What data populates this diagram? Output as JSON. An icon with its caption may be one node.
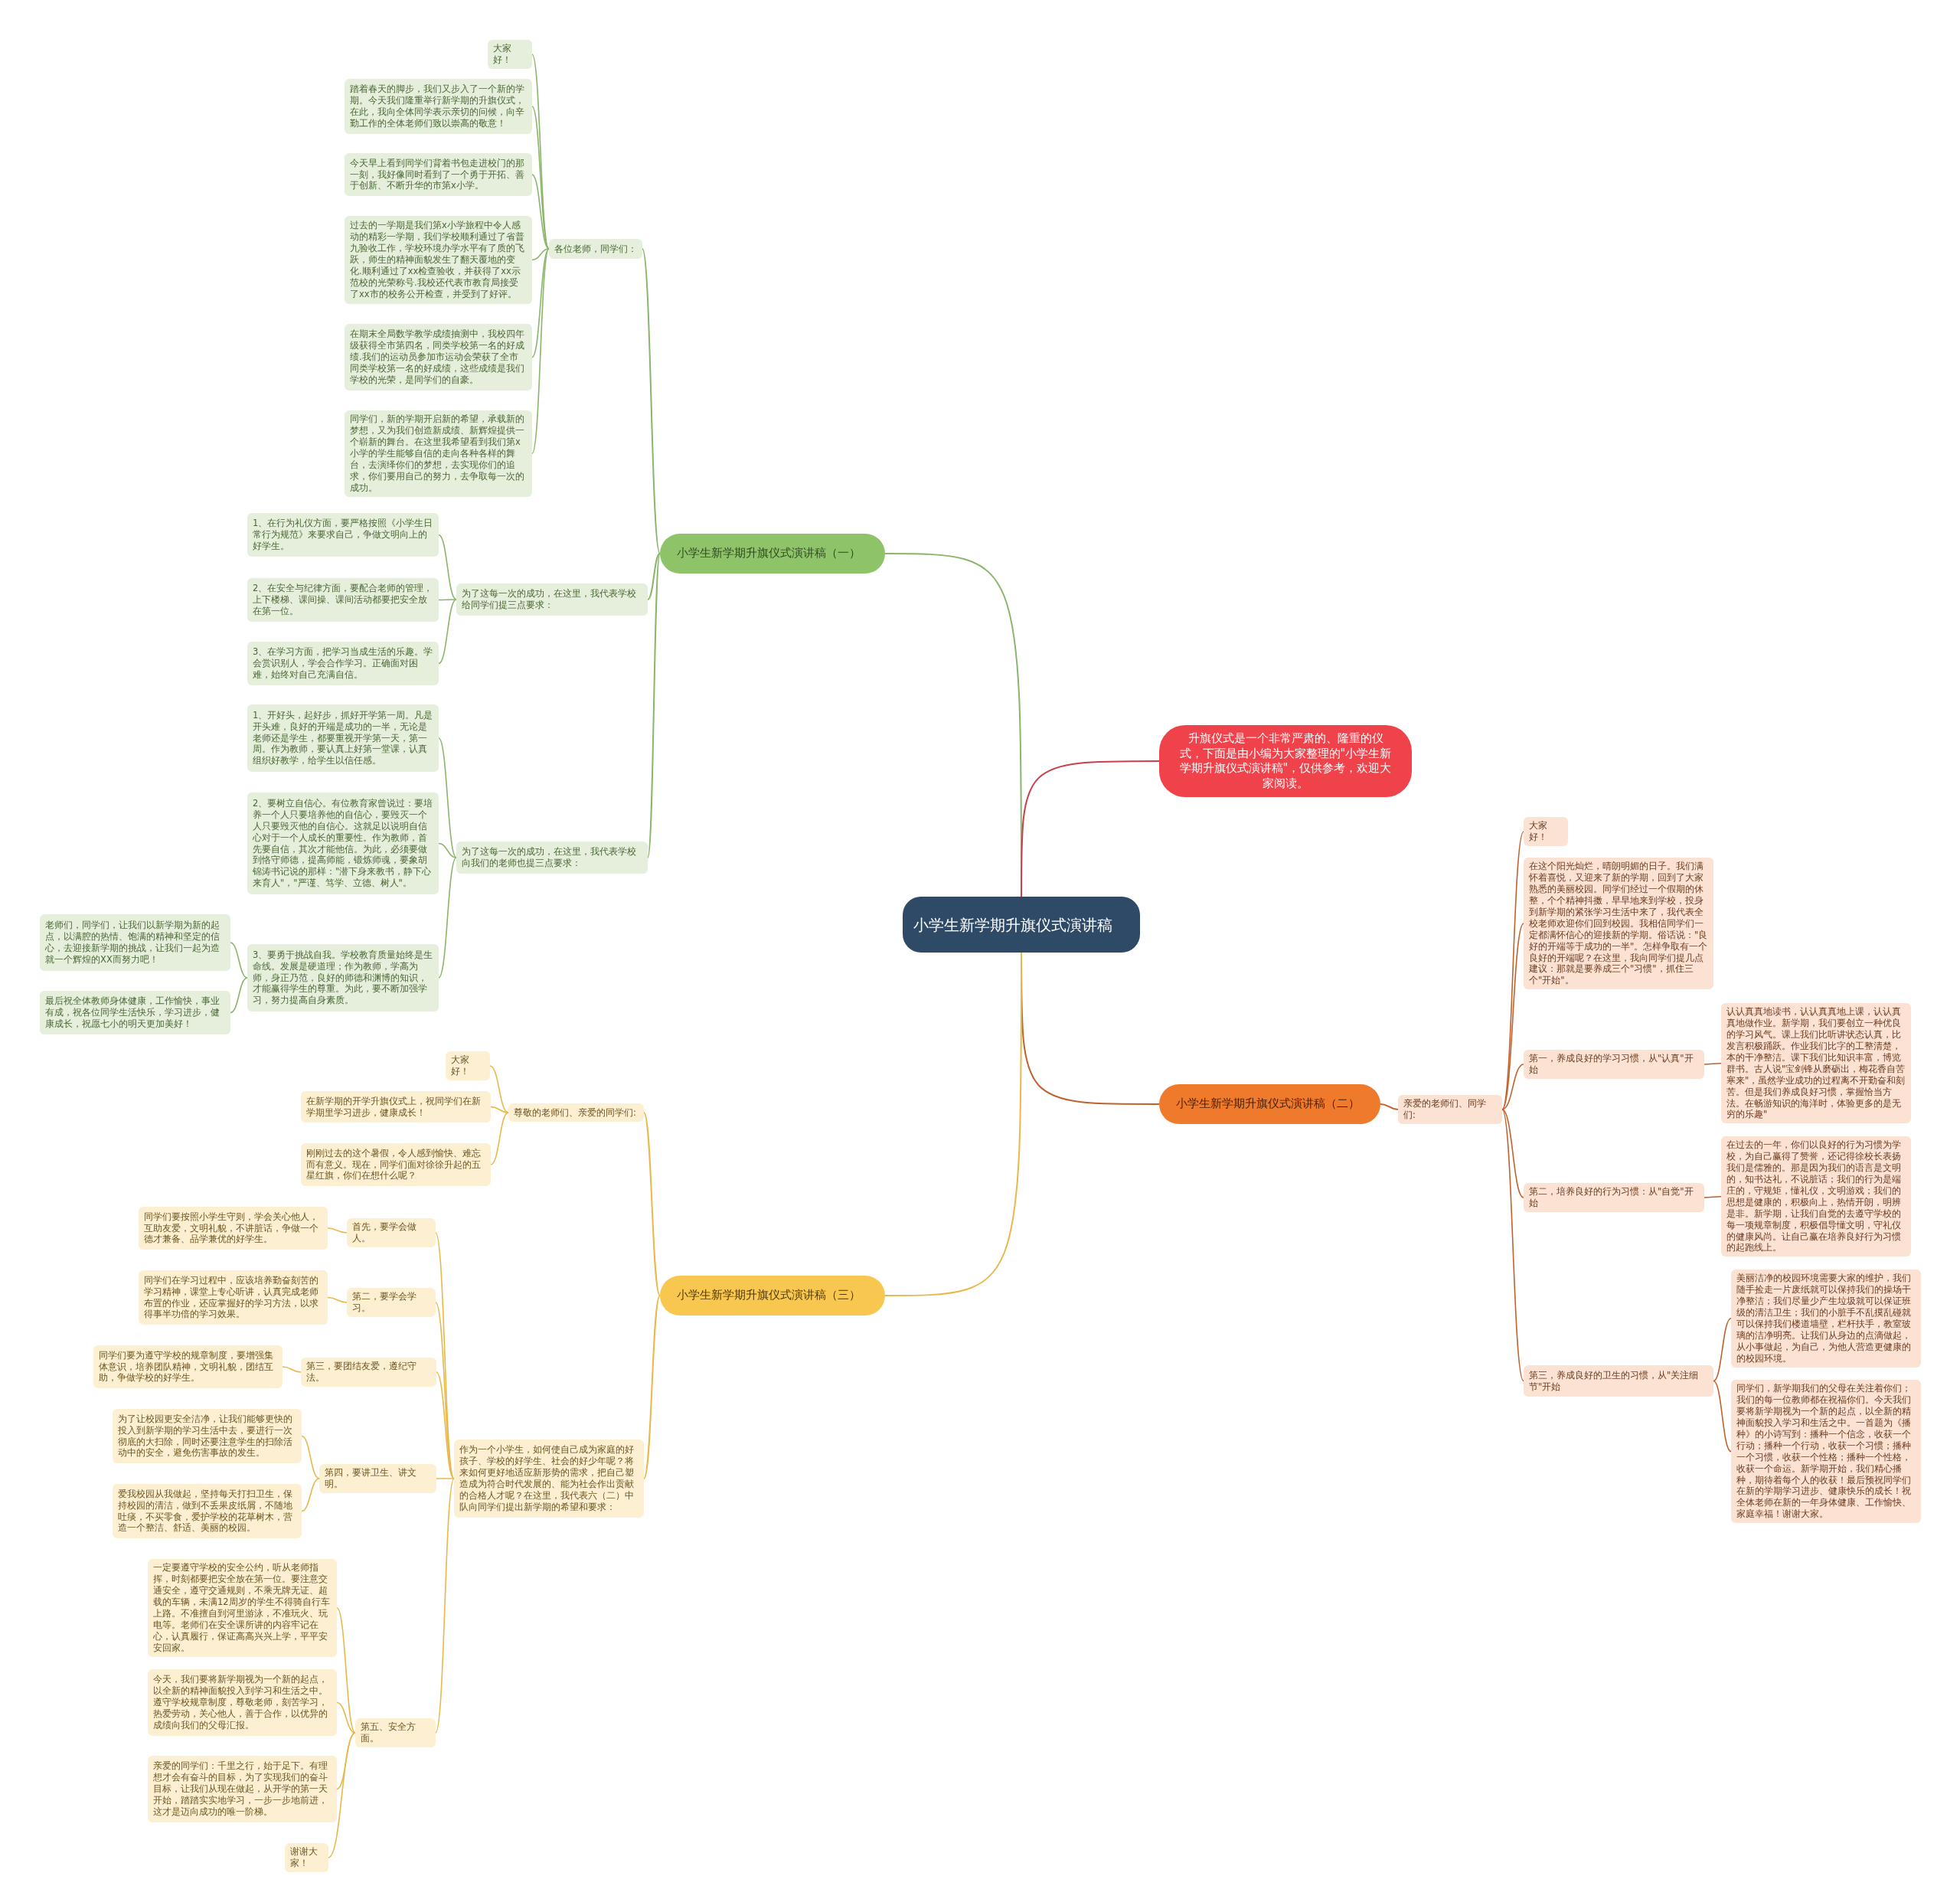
{
  "diagram": {
    "nodes": [
      {
        "text": [
          "小学生新学期升旗仪式演讲稿"
        ]
      },
      {
        "text": [
          "小学生新学期升旗仪式演讲稿（一）"
        ]
      },
      {
        "text": [
          "各位老师，同学们："
        ]
      },
      {
        "text": [
          "大家好！"
        ]
      },
      {
        "text": [
          "踏着春天的脚步，我们又步入了一个新的学期。今天我们隆重举行新学期的升旗仪式，在此，我向全体同学表示亲切的问候，向辛勤工作的全体老师们致以崇高的敬意！"
        ]
      },
      {
        "text": [
          "今天早上看到同学们背着书包走进校门的那一刻，我好像同时看到了一个勇于开拓、善于创新、不断升华的市第x小学。"
        ]
      },
      {
        "text": [
          "过去的一学期是我们第x小学旅程中令人感动的精彩一学期，我们学校顺利通过了省普九验收工作，学校环境办学水平有了质的飞跃，师生的精神面貌发生了翻天覆地的变化.顺利通过了xx检查验收，并获得了xx示范校的光荣称号.我校还代表市教育局接受了xx市的校务公开检查，并受到了好评。"
        ]
      },
      {
        "text": [
          "在期末全局数学教学成绩抽测中，我校四年级获得全市第四名，同类学校第一名的好成绩.我们的运动员参加市运动会荣获了全市同类学校第一名的好成绩，这些成绩是我们学校的光荣，是同学们的自豪。"
        ]
      },
      {
        "text": [
          "同学们，新的学期开启新的希望，承载新的梦想，又为我们创造新成绩、新辉煌提供一个崭新的舞台。在这里我希望看到我们第x小学的学生能够自信的走向各种各样的舞台，去演绎你们的梦想，去实现你们的追求，你们要用自己的努力，去争取每一次的成功。"
        ]
      },
      {
        "text": [
          "为了这每一次的成功，在这里，我代表学校给同学们提三点要求："
        ]
      },
      {
        "text": [
          "1、在行为礼仪方面，要严格按照《小学生日常行为规范》来要求自己，争做文明向上的好学生。"
        ]
      },
      {
        "text": [
          "2、在安全与纪律方面，要配合老师的管理，上下楼梯、课间操、课间活动都要把安全放在第一位。"
        ]
      },
      {
        "text": [
          "3、在学习方面，把学习当成生活的乐趣。学会赏识别人，学会合作学习。正确面对困难，始终对自己充满自信。"
        ]
      },
      {
        "text": [
          "为了这每一次的成功，在这里，我代表学校向我们的老师也提三点要求："
        ]
      },
      {
        "text": [
          "1、开好头，起好步，抓好开学第一周。凡是开头难，良好的开端是成功的一半，无论是老师还是学生，都要重视开学第一天，第一周。作为教师，要认真上好第一堂课，认真组织好教学，给学生以信任感。"
        ]
      },
      {
        "text": [
          "2、要树立自信心。有位教育家曾说过：要培养一个人只要培养他的自信心，要毁灭一个人只要毁灭他的自信心。这就足以说明自信心对于一个人成长的重要性。作为教师，首先要自信，其次才能他信。为此，必须要做到恪守师德，提高师能，锻炼师魂，要象胡锦涛书记说的那样：\"潜下身来教书，静下心来育人\"，\"严谨、笃学、立德、树人\"。"
        ]
      },
      {
        "text": [
          "3、要勇于挑战自我。学校教育质量始终是生命线。发展是硬道理；作为教师，学高为师，身正乃范，良好的师德和渊博的知识，才能赢得学生的尊重。为此，要不断加强学习，努力提高自身素质。"
        ]
      },
      {
        "text": [
          "老师们，同学们，让我们以新学期为新的起点，以满腔的热情、饱满的精神和坚定的信心，去迎接新学期的挑战，让我们一起为造就一个辉煌的XX而努力吧！"
        ]
      },
      {
        "text": [
          "最后祝全体教师身体健康，工作愉快，事业有成，祝各位同学生活快乐，学习进步，健康成长，祝愿七小的明天更加美好！"
        ]
      },
      {
        "text": [
          "升旗仪式是一个非常严肃的、隆重的仪式，下面是由小编为大家整理的\"小学生新学期升旗仪式演讲稿\"，仅供参考，欢迎大家阅读。"
        ]
      },
      {
        "text": [
          "小学生新学期升旗仪式演讲稿（二）"
        ]
      },
      {
        "text": [
          "亲爱的老师们、同学们:"
        ]
      },
      {
        "text": [
          "大家好！"
        ]
      },
      {
        "text": [
          "在这个阳光灿烂，晴朗明媚的日子。我们满怀着喜悦，又迎来了新的学期，回到了大家熟悉的美丽校园。同学们经过一个假期的休整，个个精神抖擞，早早地来到学校，投身到新学期的紧张学习生活中来了，我代表全校老师欢迎你们回到校园。我相信同学们一定都满怀信心的迎接新的学期。俗话说：\"良好的开端等于成功的一半\"。怎样争取有一个良好的开端呢？在这里，我向同学们提几点建议：那就是要养成三个\"习惯\"，抓住三个\"开始\"。"
        ]
      },
      {
        "text": [
          "第一，养成良好的学习习惯，从\"认真\"开始"
        ]
      },
      {
        "text": [
          "认认真真地读书，认认真真地上课，认认真真地做作业。新学期，我们要创立一种优良的学习风气。课上我们比听讲状态认真，比发言积极踊跃。作业我们比字的工整清楚，本的干净整洁。课下我们比知识丰富，博览群书。古人说\"宝剑锋从磨砺出，梅花香自苦寒来\"，虽然学业成功的过程离不开勤奋和刻苦。但是我们养成良好习惯，掌握恰当方法。在畅游知识的海洋时，体验更多的是无穷的乐趣\""
        ]
      },
      {
        "text": [
          "第二，培养良好的行为习惯：从\"自觉\"开始"
        ]
      },
      {
        "text": [
          "在过去的一年，你们以良好的行为习惯为学校，为自己赢得了赞誉，还记得徐校长表扬我们是儒雅的。那是因为我们的语言是文明的，知书达礼，不说脏话；我们的行为是端庄的，守规矩，懂礼仪，文明游戏；我们的思想是健康的，积极向上，热情开朗，明辨是非。新学期，让我们自觉的去遵守学校的每一项规章制度，积极倡导懂文明，守礼仪的健康风尚。让自己赢在培养良好行为习惯的起跑线上。"
        ]
      },
      {
        "text": [
          "第三，养成良好的卫生的习惯，从\"关注细节\"开始"
        ]
      },
      {
        "text": [
          "美丽洁净的校园环境需要大家的维护，我们随手捡走一片废纸就可以保持我们的操场干净整洁；我们尽量少产生垃圾就可以保证班级的清洁卫生；我们的小脏手不乱摸乱碰就可以保持我们楼道墙壁，栏杆扶手，教室玻璃的洁净明亮。让我们从身边的点滴做起，从小事做起，为自己，为他人营造更健康的的校园环境。"
        ]
      },
      {
        "text": [
          "同学们，新学期我们的父母在关注着你们；我们的每一位教师都在祝福你们。今天我们要将新学期视为一个新的起点，以全新的精神面貌投入学习和生活之中。一首题为《播种》的小诗写到：播种一个信念，收获一个行动；播种一个行动，收获一个习惯；播种一个习惯，收获一个性格；播种一个性格，收获一个命运。新学期开始，我们精心播种，期待着每个人的收获！最后预祝同学们在新的学期学习进步、健康快乐的成长！祝全体老师在新的一年身体健康、工作愉快、家庭幸福！谢谢大家。"
        ]
      },
      {
        "text": [
          "小学生新学期升旗仪式演讲稿（三）"
        ]
      },
      {
        "text": [
          "尊敬的老师们、亲爱的同学们:"
        ]
      },
      {
        "text": [
          "大家好！"
        ]
      },
      {
        "text": [
          "在新学期的开学升旗仪式上，祝同学们在新学期里学习进步，健康成长！"
        ]
      },
      {
        "text": [
          "刚刚过去的这个暑假，令人感到愉快、难忘而有意义。现在，同学们面对徐徐升起的五星红旗，你们在想什么呢？"
        ]
      },
      {
        "text": [
          "作为一个小学生，如何使自己成为家庭的好孩子、学校的好学生、社会的好少年呢？将来如何更好地适应新形势的需求，把自己塑造成为符合时代发展的、能为社会作出贡献的合格人才呢？在这里，我代表六（二）中队向同学们提出新学期的希望和要求："
        ]
      },
      {
        "text": [
          "首先，要学会做人。"
        ]
      },
      {
        "text": [
          "同学们要按照小学生守则，学会关心他人，互助友爱，文明礼貌，不讲脏话，争做一个德才兼备、品学兼优的好学生。"
        ]
      },
      {
        "text": [
          "第二，要学会学习。"
        ]
      },
      {
        "text": [
          "同学们在学习过程中，应该培养勤奋刻苦的学习精神，课堂上专心听讲，认真完成老师布置的作业，还应掌握好的学习方法，以求得事半功倍的学习效果。"
        ]
      },
      {
        "text": [
          "第三，要团结友爱，遵纪守法。"
        ]
      },
      {
        "text": [
          "同学们要为遵守学校的规章制度，要增强集体意识，培养团队精神，文明礼貌，团结互助，争做学校的好学生。"
        ]
      },
      {
        "text": [
          "第四，要讲卫生、讲文明。"
        ]
      },
      {
        "text": [
          "为了让校园更安全洁净，让我们能够更快的投入到新学期的学习生活中去，要进行一次彻底的大扫除，同时还要注意学生的扫除活动中的安全，避免伤害事故的发生。"
        ]
      },
      {
        "text": [
          "爱我校园从我做起，坚持每天打扫卫生，保持校园的清洁，做到不丢果皮纸屑，不随地吐痰，不买零食，爱护学校的花草树木，营造一个整洁、舒适、美丽的校园。"
        ]
      },
      {
        "text": [
          "第五、安全方面。"
        ]
      },
      {
        "text": [
          "一定要遵守学校的安全公约，听从老师指挥，时刻都要把安全放在第一位。要注意交通安全，遵守交通规则，不乘无牌无证、超载的车辆，未满12周岁的学生不得骑自行车上路。不准擅自到河里游泳，不准玩火、玩电等。老师们在安全课所讲的内容牢记在心，认真履行，保证高高兴兴上学，平平安安回家。"
        ]
      },
      {
        "text": [
          "今天，我们要将新学期视为一个新的起点，以全新的精神面貌投入到学习和生活之中。遵守学校规章制度，尊敬老师，刻苦学习，热爱劳动，关心他人，善于合作，以优异的成绩向我们的父母汇报。"
        ]
      },
      {
        "text": [
          "亲爱的同学们：千里之行，始于足下。有理想才会有奋斗的目标，为了实现我们的奋斗目标，让我们从现在做起，从开学的第一天开始，踏踏实实地学习，一步一步地前进，这才是迈向成功的唯一阶梯。"
        ]
      },
      {
        "text": [
          "谢谢大家！"
        ]
      }
    ],
    "edges": [
      {
        "from": 0,
        "to": 1,
        "arrow": "none",
        "color": "#8ab56a"
      },
      {
        "from": 1,
        "to": 2,
        "arrow": "none",
        "color": "#8ab56a"
      },
      {
        "from": 2,
        "to": 3,
        "arrow": "none",
        "color": "#8ab56a"
      },
      {
        "from": 2,
        "to": 4,
        "arrow": "none",
        "color": "#8ab56a"
      },
      {
        "from": 2,
        "to": 5,
        "arrow": "none",
        "color": "#8ab56a"
      },
      {
        "from": 2,
        "to": 6,
        "arrow": "none",
        "color": "#8ab56a"
      },
      {
        "from": 2,
        "to": 7,
        "arrow": "none",
        "color": "#8ab56a"
      },
      {
        "from": 2,
        "to": 8,
        "arrow": "none",
        "color": "#8ab56a"
      },
      {
        "from": 1,
        "to": 9,
        "arrow": "none",
        "color": "#8ab56a"
      },
      {
        "from": 9,
        "to": 10,
        "arrow": "none",
        "color": "#8ab56a"
      },
      {
        "from": 9,
        "to": 11,
        "arrow": "none",
        "color": "#8ab56a"
      },
      {
        "from": 9,
        "to": 12,
        "arrow": "none",
        "color": "#8ab56a"
      },
      {
        "from": 1,
        "to": 13,
        "arrow": "none",
        "color": "#8ab56a"
      },
      {
        "from": 13,
        "to": 14,
        "arrow": "none",
        "color": "#8ab56a"
      },
      {
        "from": 13,
        "to": 15,
        "arrow": "none",
        "color": "#8ab56a"
      },
      {
        "from": 13,
        "to": 16,
        "arrow": "none",
        "color": "#8ab56a"
      },
      {
        "from": 16,
        "to": 17,
        "arrow": "none",
        "color": "#8ab56a"
      },
      {
        "from": 16,
        "to": 18,
        "arrow": "none",
        "color": "#8ab56a"
      },
      {
        "from": 0,
        "to": 19,
        "arrow": "none",
        "color": "#c9404a"
      },
      {
        "from": 0,
        "to": 20,
        "arrow": "none",
        "color": "#c0622e"
      },
      {
        "from": 20,
        "to": 21,
        "arrow": "none",
        "color": "#c0622e"
      },
      {
        "from": 21,
        "to": 22,
        "arrow": "none",
        "color": "#c0622e"
      },
      {
        "from": 21,
        "to": 23,
        "arrow": "none",
        "color": "#c0622e"
      },
      {
        "from": 21,
        "to": 24,
        "arrow": "none",
        "color": "#c0622e"
      },
      {
        "from": 24,
        "to": 25,
        "arrow": "none",
        "color": "#c0622e"
      },
      {
        "from": 21,
        "to": 26,
        "arrow": "none",
        "color": "#c0622e"
      },
      {
        "from": 26,
        "to": 27,
        "arrow": "none",
        "color": "#c0622e"
      },
      {
        "from": 21,
        "to": 28,
        "arrow": "none",
        "color": "#c0622e"
      },
      {
        "from": 28,
        "to": 29,
        "arrow": "none",
        "color": "#c0622e"
      },
      {
        "from": 28,
        "to": 30,
        "arrow": "none",
        "color": "#c0622e"
      },
      {
        "from": 0,
        "to": 31,
        "arrow": "none"
      },
      {
        "from": 31,
        "to": 32,
        "arrow": "none"
      },
      {
        "from": 32,
        "to": 33,
        "arrow": "none"
      },
      {
        "from": 32,
        "to": 34,
        "arrow": "none"
      },
      {
        "from": 32,
        "to": 35,
        "arrow": "none"
      },
      {
        "from": 31,
        "to": 36,
        "arrow": "none"
      },
      {
        "from": 36,
        "to": 37,
        "arrow": "none"
      },
      {
        "from": 37,
        "to": 38,
        "arrow": "none"
      },
      {
        "from": 36,
        "to": 39,
        "arrow": "none"
      },
      {
        "from": 39,
        "to": 40,
        "arrow": "none"
      },
      {
        "from": 36,
        "to": 41,
        "arrow": "none"
      },
      {
        "from": 41,
        "to": 42,
        "arrow": "none"
      },
      {
        "from": 36,
        "to": 43,
        "arrow": "none"
      },
      {
        "from": 43,
        "to": 44,
        "arrow": "none"
      },
      {
        "from": 43,
        "to": 45,
        "arrow": "none"
      },
      {
        "from": 36,
        "to": 46,
        "arrow": "none"
      },
      {
        "from": 46,
        "to": 47,
        "arrow": "none"
      },
      {
        "from": 46,
        "to": 48,
        "arrow": "none"
      },
      {
        "from": 46,
        "to": 49,
        "arrow": "none"
      },
      {
        "from": 46,
        "to": 50,
        "arrow": "none"
      }
    ]
  }
}
